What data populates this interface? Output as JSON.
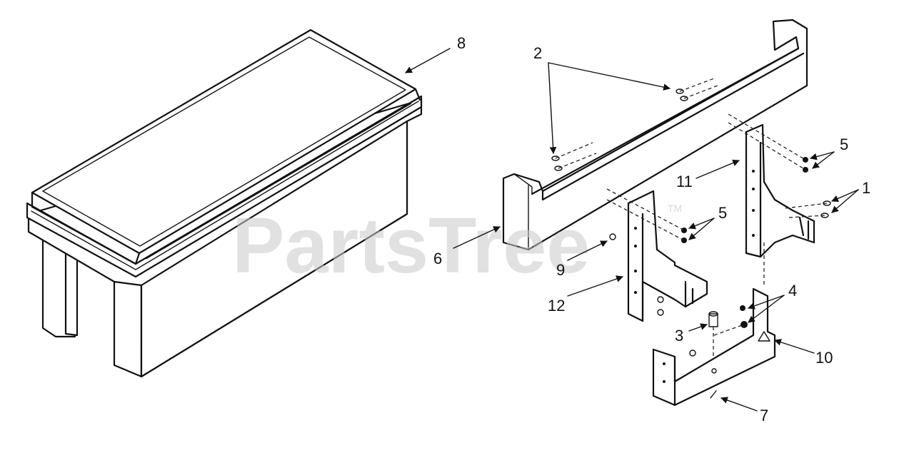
{
  "diagram": {
    "callouts": {
      "c1": "1",
      "c2": "2",
      "c3": "3",
      "c4": "4",
      "c5a": "5",
      "c5b": "5",
      "c6": "6",
      "c7": "7",
      "c8": "8",
      "c9": "9",
      "c10": "10",
      "c11": "11",
      "c12": "12"
    },
    "watermark": {
      "text": "PartsTree",
      "trademark": "TM"
    },
    "colors": {
      "line": "#111111",
      "background": "#ffffff",
      "watermark": "#c9c9c9"
    }
  }
}
